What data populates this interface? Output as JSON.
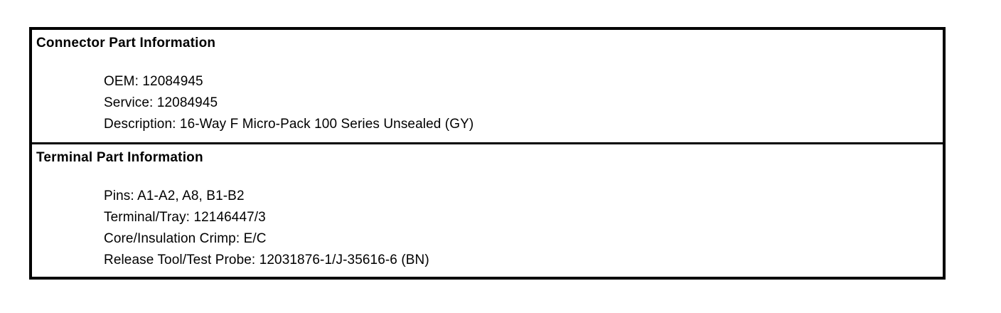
{
  "document": {
    "title": "Connector Part Information"
  },
  "sections": [
    {
      "heading": "Connector Part Information",
      "lines": [
        {
          "label": "OEM:",
          "value": "12084945"
        },
        {
          "label": "Service:",
          "value": "12084945"
        },
        {
          "label": "Description:",
          "value": "16-Way F Micro-Pack 100 Series Unsealed (GY)"
        }
      ]
    },
    {
      "heading": "Terminal Part Information",
      "lines": [
        {
          "label": "Pins:",
          "value": "A1-A2, A8, B1-B2"
        },
        {
          "label": "Terminal/Tray:",
          "value": "12146447/3"
        },
        {
          "label": "Core/Insulation Crimp:",
          "value": "E/C"
        },
        {
          "label": "Release Tool/Test Probe:",
          "value": "12031876-1/J-35616-6 (BN)"
        }
      ]
    }
  ],
  "colors": {
    "border": "#000000",
    "text": "#000000",
    "background": "#ffffff"
  }
}
